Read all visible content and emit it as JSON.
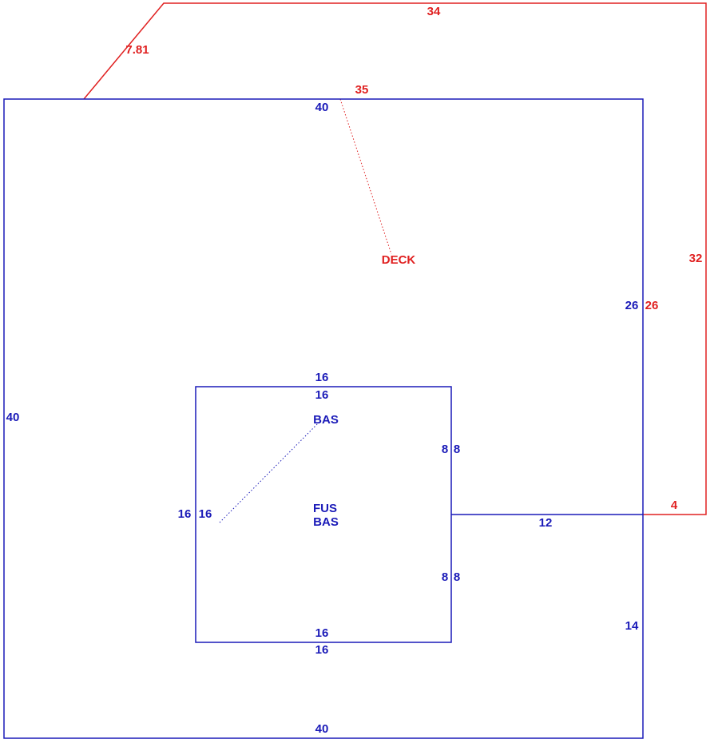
{
  "colors": {
    "blue": "#1a1ab8",
    "red": "#e02020"
  },
  "deck": {
    "name": "DECK",
    "dims": {
      "slant": "7.81",
      "top": "34",
      "right": "32",
      "bottom": "4",
      "inner_top": "35",
      "inner_right": "26"
    }
  },
  "main": {
    "dims": {
      "top": "40",
      "left": "40",
      "bottom": "40",
      "right_upper": "26",
      "right_lower": "14",
      "connector": "12"
    }
  },
  "inner": {
    "name_top": "BAS",
    "name_center": [
      "FUS",
      "BAS"
    ],
    "dims": {
      "top_out": "16",
      "top_in": "16",
      "bottom_out": "16",
      "bottom_in": "16",
      "left_out": "16",
      "left_in": "16",
      "right_upper_in": "8",
      "right_upper_out": "8",
      "right_lower_in": "8",
      "right_lower_out": "8"
    }
  }
}
